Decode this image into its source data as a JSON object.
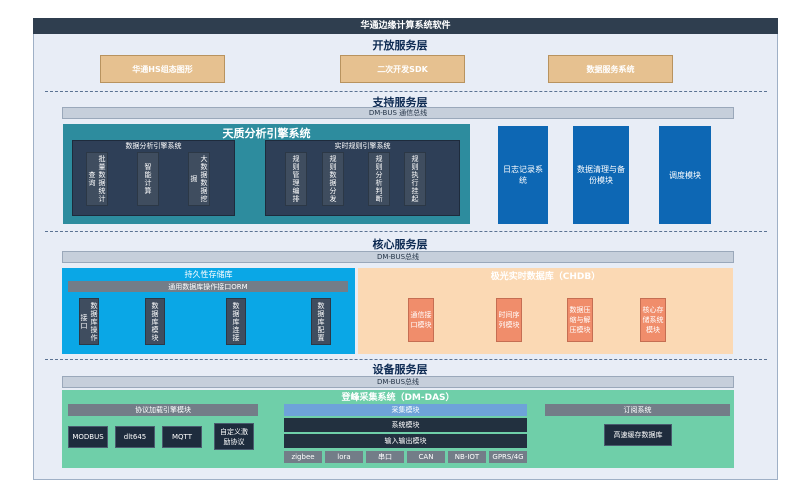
{
  "window_title": "华通边缘计算系统软件",
  "open_layer": {
    "title": "开放服务层",
    "items": [
      "华通HS组态图形",
      "二次开发SDK",
      "数据服务系统"
    ]
  },
  "support_layer": {
    "title": "支持服务层",
    "bus": "DM-BUS 通信总线",
    "engine": {
      "title": "天质分析引擎系统",
      "data_analysis": {
        "title": "数据分析引擎系统",
        "modules": [
          "批量数据统计查询",
          "智能计算",
          "大数据数据挖掘"
        ]
      },
      "realtime_rules": {
        "title": "实时规则引擎系统",
        "modules": [
          "规则管理编排",
          "规则数据分发",
          "规则分析判断",
          "规则执行挂起"
        ]
      }
    },
    "side_modules": [
      "日志记录系统",
      "数据清理与备份模块",
      "调度模块"
    ]
  },
  "core_layer": {
    "title": "核心服务层",
    "bus": "DM-BUS总线",
    "persistent": {
      "title": "持久性存储库",
      "orm": "通用数据库操作接口ORM",
      "modules": [
        "数据库操作接口",
        "数据库模块",
        "数据库连接",
        "数据库配置"
      ]
    },
    "chdb": {
      "title": "极光实时数据库（CHDB）",
      "modules": [
        "通信接口模块",
        "时间序列模块",
        "数据压缩与解压模块",
        "核心存储系统模块"
      ]
    }
  },
  "device_layer": {
    "title": "设备服务层",
    "bus": "DM-BUS总线",
    "das": {
      "title": "登峰采集系统（DM-DAS）",
      "protocol": {
        "title": "协议加载引擎模块",
        "items": [
          "MODBUS",
          "dlt645",
          "MQTT",
          "自定义激励协议"
        ]
      },
      "collect": {
        "title": "采集模块",
        "system": "系统模块",
        "io": "输入输出模块",
        "ports": [
          "zigbee",
          "lora",
          "串口",
          "CAN",
          "NB-IOT",
          "GPRS/4G"
        ]
      },
      "subscribe": {
        "title": "订阅系统",
        "cache": "高速缓存数据库"
      }
    }
  },
  "colors": {
    "teal": "#2d8c9e",
    "blue": "#0d67b4",
    "cyan": "#0aa7e6",
    "peach": "#fbd9b4",
    "green": "#6fcfa9",
    "tan": "#e6c190"
  }
}
